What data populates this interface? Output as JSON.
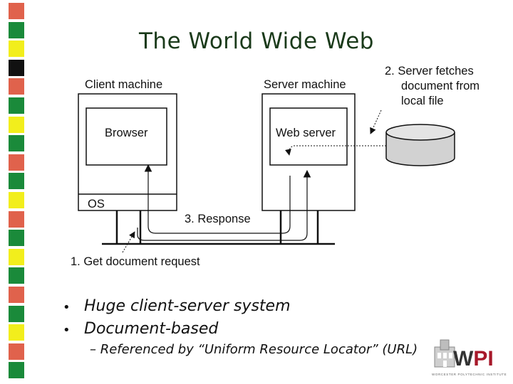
{
  "slide": {
    "title": "The World Wide Web"
  },
  "left_strip_colors": [
    "#e0624c",
    "#1a8a3a",
    "#f2ee1c",
    "#111111",
    "#e0624c",
    "#1a8a3a",
    "#f2ee1c",
    "#1a8a3a",
    "#e0624c",
    "#1a8a3a",
    "#f2ee1c",
    "#e0624c",
    "#1a8a3a",
    "#f2ee1c",
    "#1a8a3a",
    "#e0624c",
    "#1a8a3a",
    "#f2ee1c",
    "#e0624c",
    "#1a8a3a"
  ],
  "diagram": {
    "client_label": "Client machine",
    "server_label": "Server machine",
    "browser_label": "Browser",
    "web_server_label": "Web server",
    "os_label": "OS",
    "response_label": "3. Response",
    "request_label": "1. Get document request",
    "fetch_label_lines": [
      "2. Server fetches",
      "document from",
      "local file"
    ]
  },
  "bullets": [
    "Huge client-server system",
    "Document-based"
  ],
  "sub_bullet": "– Referenced by “Uniform Resource Locator” (URL)",
  "logo": {
    "text_prefix": "W",
    "text_accent": "PI",
    "tagline": "WORCESTER POLYTECHNIC INSTITUTE"
  }
}
